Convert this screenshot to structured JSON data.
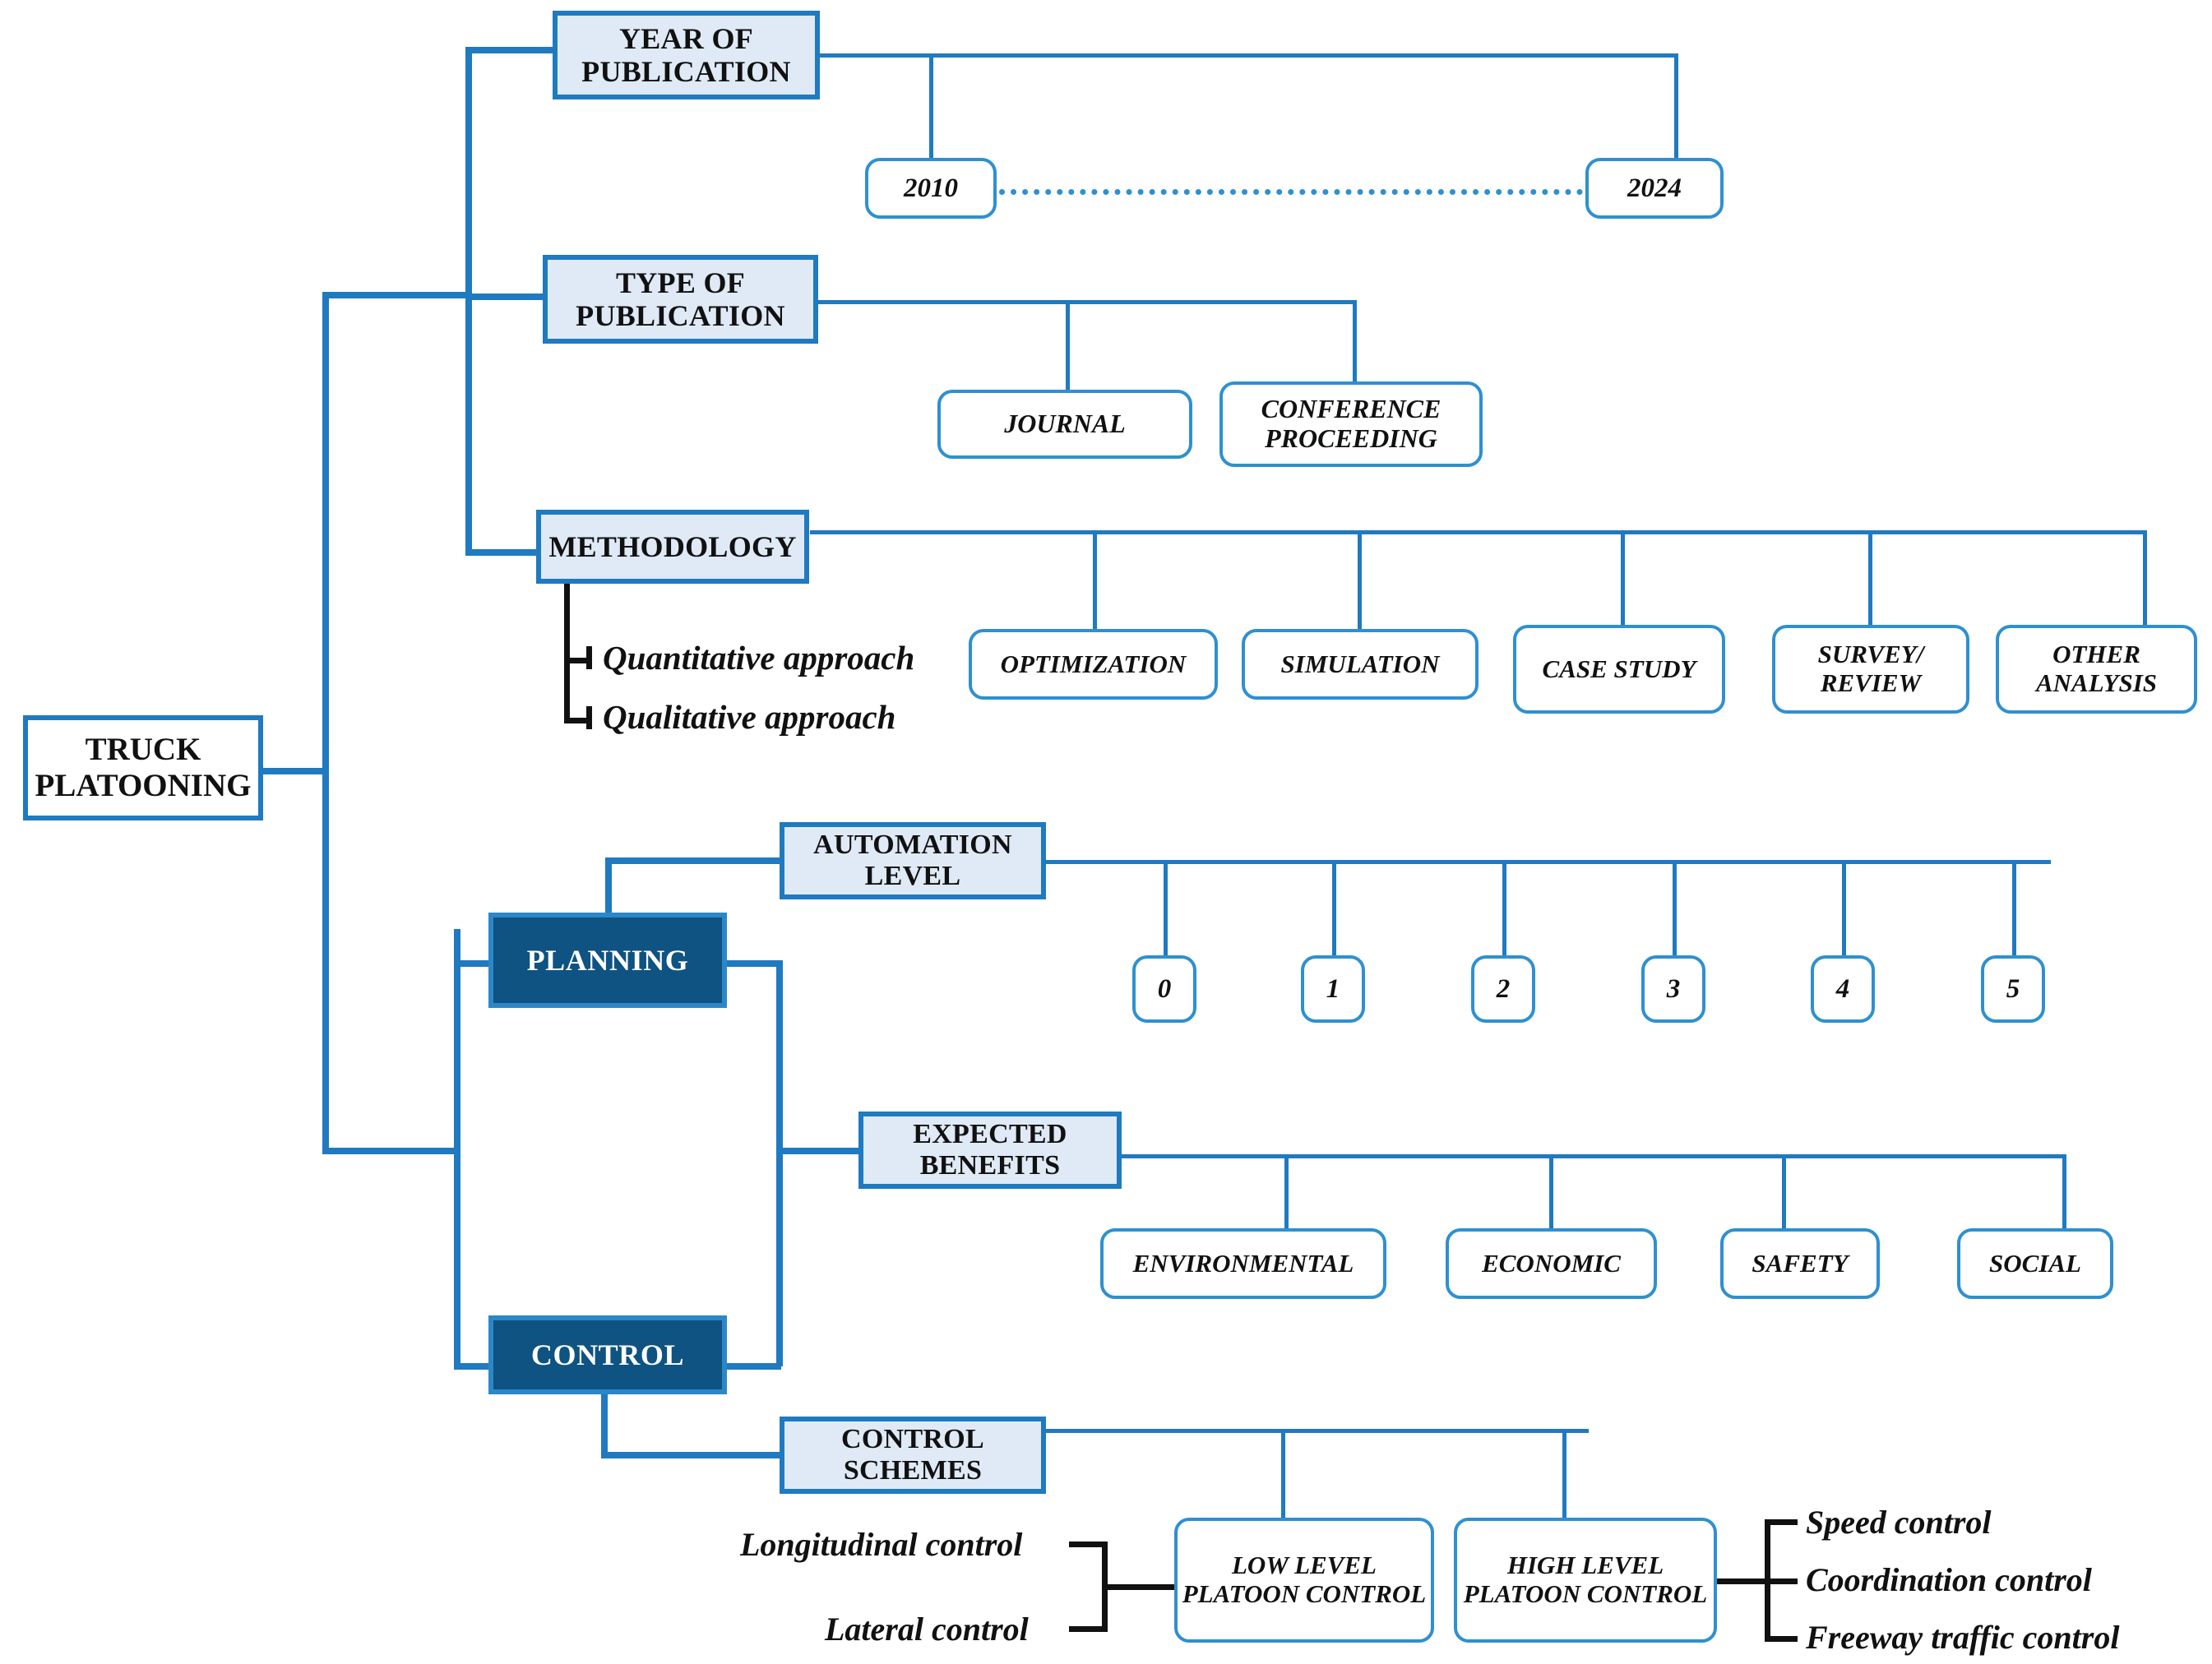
{
  "diagram": {
    "title": "TRUCK PLATOONING",
    "root": {
      "label": "TRUCK PLATOONING"
    },
    "branches": {
      "year_of_publication": {
        "label": "YEAR OF PUBLICATION",
        "children": [
          {
            "label": "2010"
          },
          {
            "label": "2024"
          }
        ],
        "connector": "dotted-range"
      },
      "type_of_publication": {
        "label": "TYPE OF PUBLICATION",
        "children": [
          {
            "label": "JOURNAL"
          },
          {
            "label": "CONFERENCE PROCEEDING"
          }
        ]
      },
      "methodology": {
        "label": "METHODOLOGY",
        "approaches": [
          {
            "label": "Quantitative approach"
          },
          {
            "label": "Qualitative approach"
          }
        ],
        "children": [
          {
            "label": "OPTIMIZATION"
          },
          {
            "label": "SIMULATION"
          },
          {
            "label": "CASE STUDY"
          },
          {
            "label": "SURVEY/ REVIEW"
          },
          {
            "label": "OTHER ANALYSIS"
          }
        ]
      },
      "planning": {
        "label": "PLANNING",
        "sub": {
          "automation_level": {
            "label": "AUTOMATION LEVEL",
            "children": [
              {
                "label": "0"
              },
              {
                "label": "1"
              },
              {
                "label": "2"
              },
              {
                "label": "3"
              },
              {
                "label": "4"
              },
              {
                "label": "5"
              }
            ]
          },
          "expected_benefits": {
            "label": "EXPECTED BENEFITS",
            "children": [
              {
                "label": "ENVIRONMENTAL"
              },
              {
                "label": "ECONOMIC"
              },
              {
                "label": "SAFETY"
              },
              {
                "label": "SOCIAL"
              }
            ]
          }
        }
      },
      "control": {
        "label": "CONTROL",
        "sub": {
          "control_schemes": {
            "label": "CONTROL SCHEMES",
            "children": [
              {
                "label": "LOW LEVEL PLATOON CONTROL"
              },
              {
                "label": "HIGH LEVEL PLATOON CONTROL"
              }
            ],
            "left_labels": [
              {
                "label": "Longitudinal control"
              },
              {
                "label": "Lateral control"
              }
            ],
            "right_labels": [
              {
                "label": "Speed control"
              },
              {
                "label": "Coordination control"
              },
              {
                "label": "Freeway traffic control"
              }
            ]
          }
        }
      }
    },
    "colors": {
      "line_blue": "#1f7ac0",
      "leaf_border": "#2e90d0",
      "head_fill": "#dfeaf6",
      "dark_fill": "#0e5381",
      "text_black": "#111111"
    }
  }
}
